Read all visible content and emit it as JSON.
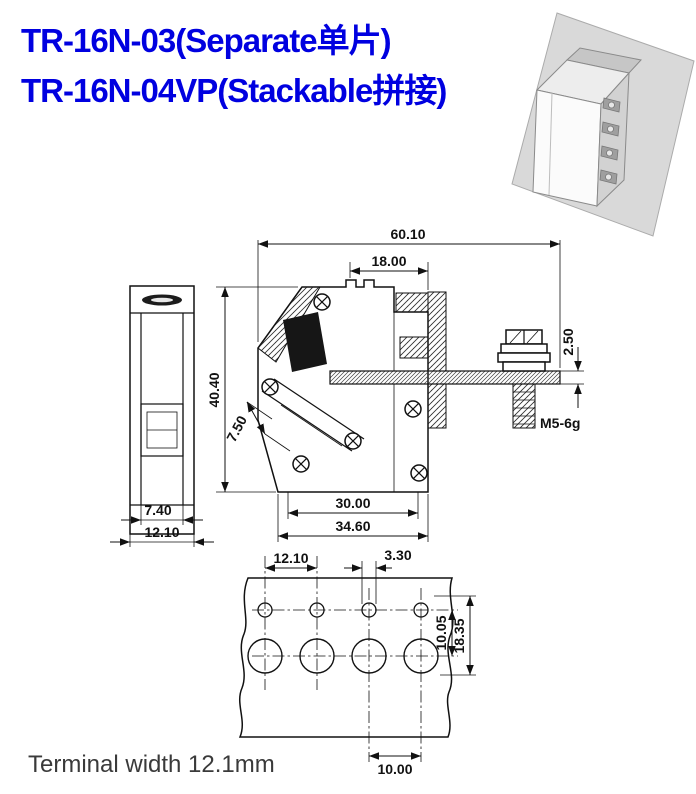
{
  "title": {
    "line1": "TR-16N-03(Separate单片)",
    "line2": "TR-16N-04VP(Stackable拼接)",
    "color": "#0000e0"
  },
  "views": {
    "front": {
      "dim_inner_width": "7.40",
      "dim_outer_width": "12.10"
    },
    "section": {
      "dim_overall_length": "60.10",
      "dim_top_opening": "18.00",
      "dim_height": "40.40",
      "dim_wire_channel": "7.50",
      "dim_flange_thickness": "2.50",
      "thread_spec": "M5-6g",
      "dim_body_width": "30.00",
      "dim_base_width": "34.60"
    },
    "footprint": {
      "dim_pitch": "12.10",
      "dim_small_hole_dia": "3.30",
      "dim_row_spacing": "10.05",
      "dim_pattern_height": "18.35",
      "dim_bottom_pitch": "10.00"
    }
  },
  "footer": {
    "note": "Terminal width 12.1mm"
  }
}
